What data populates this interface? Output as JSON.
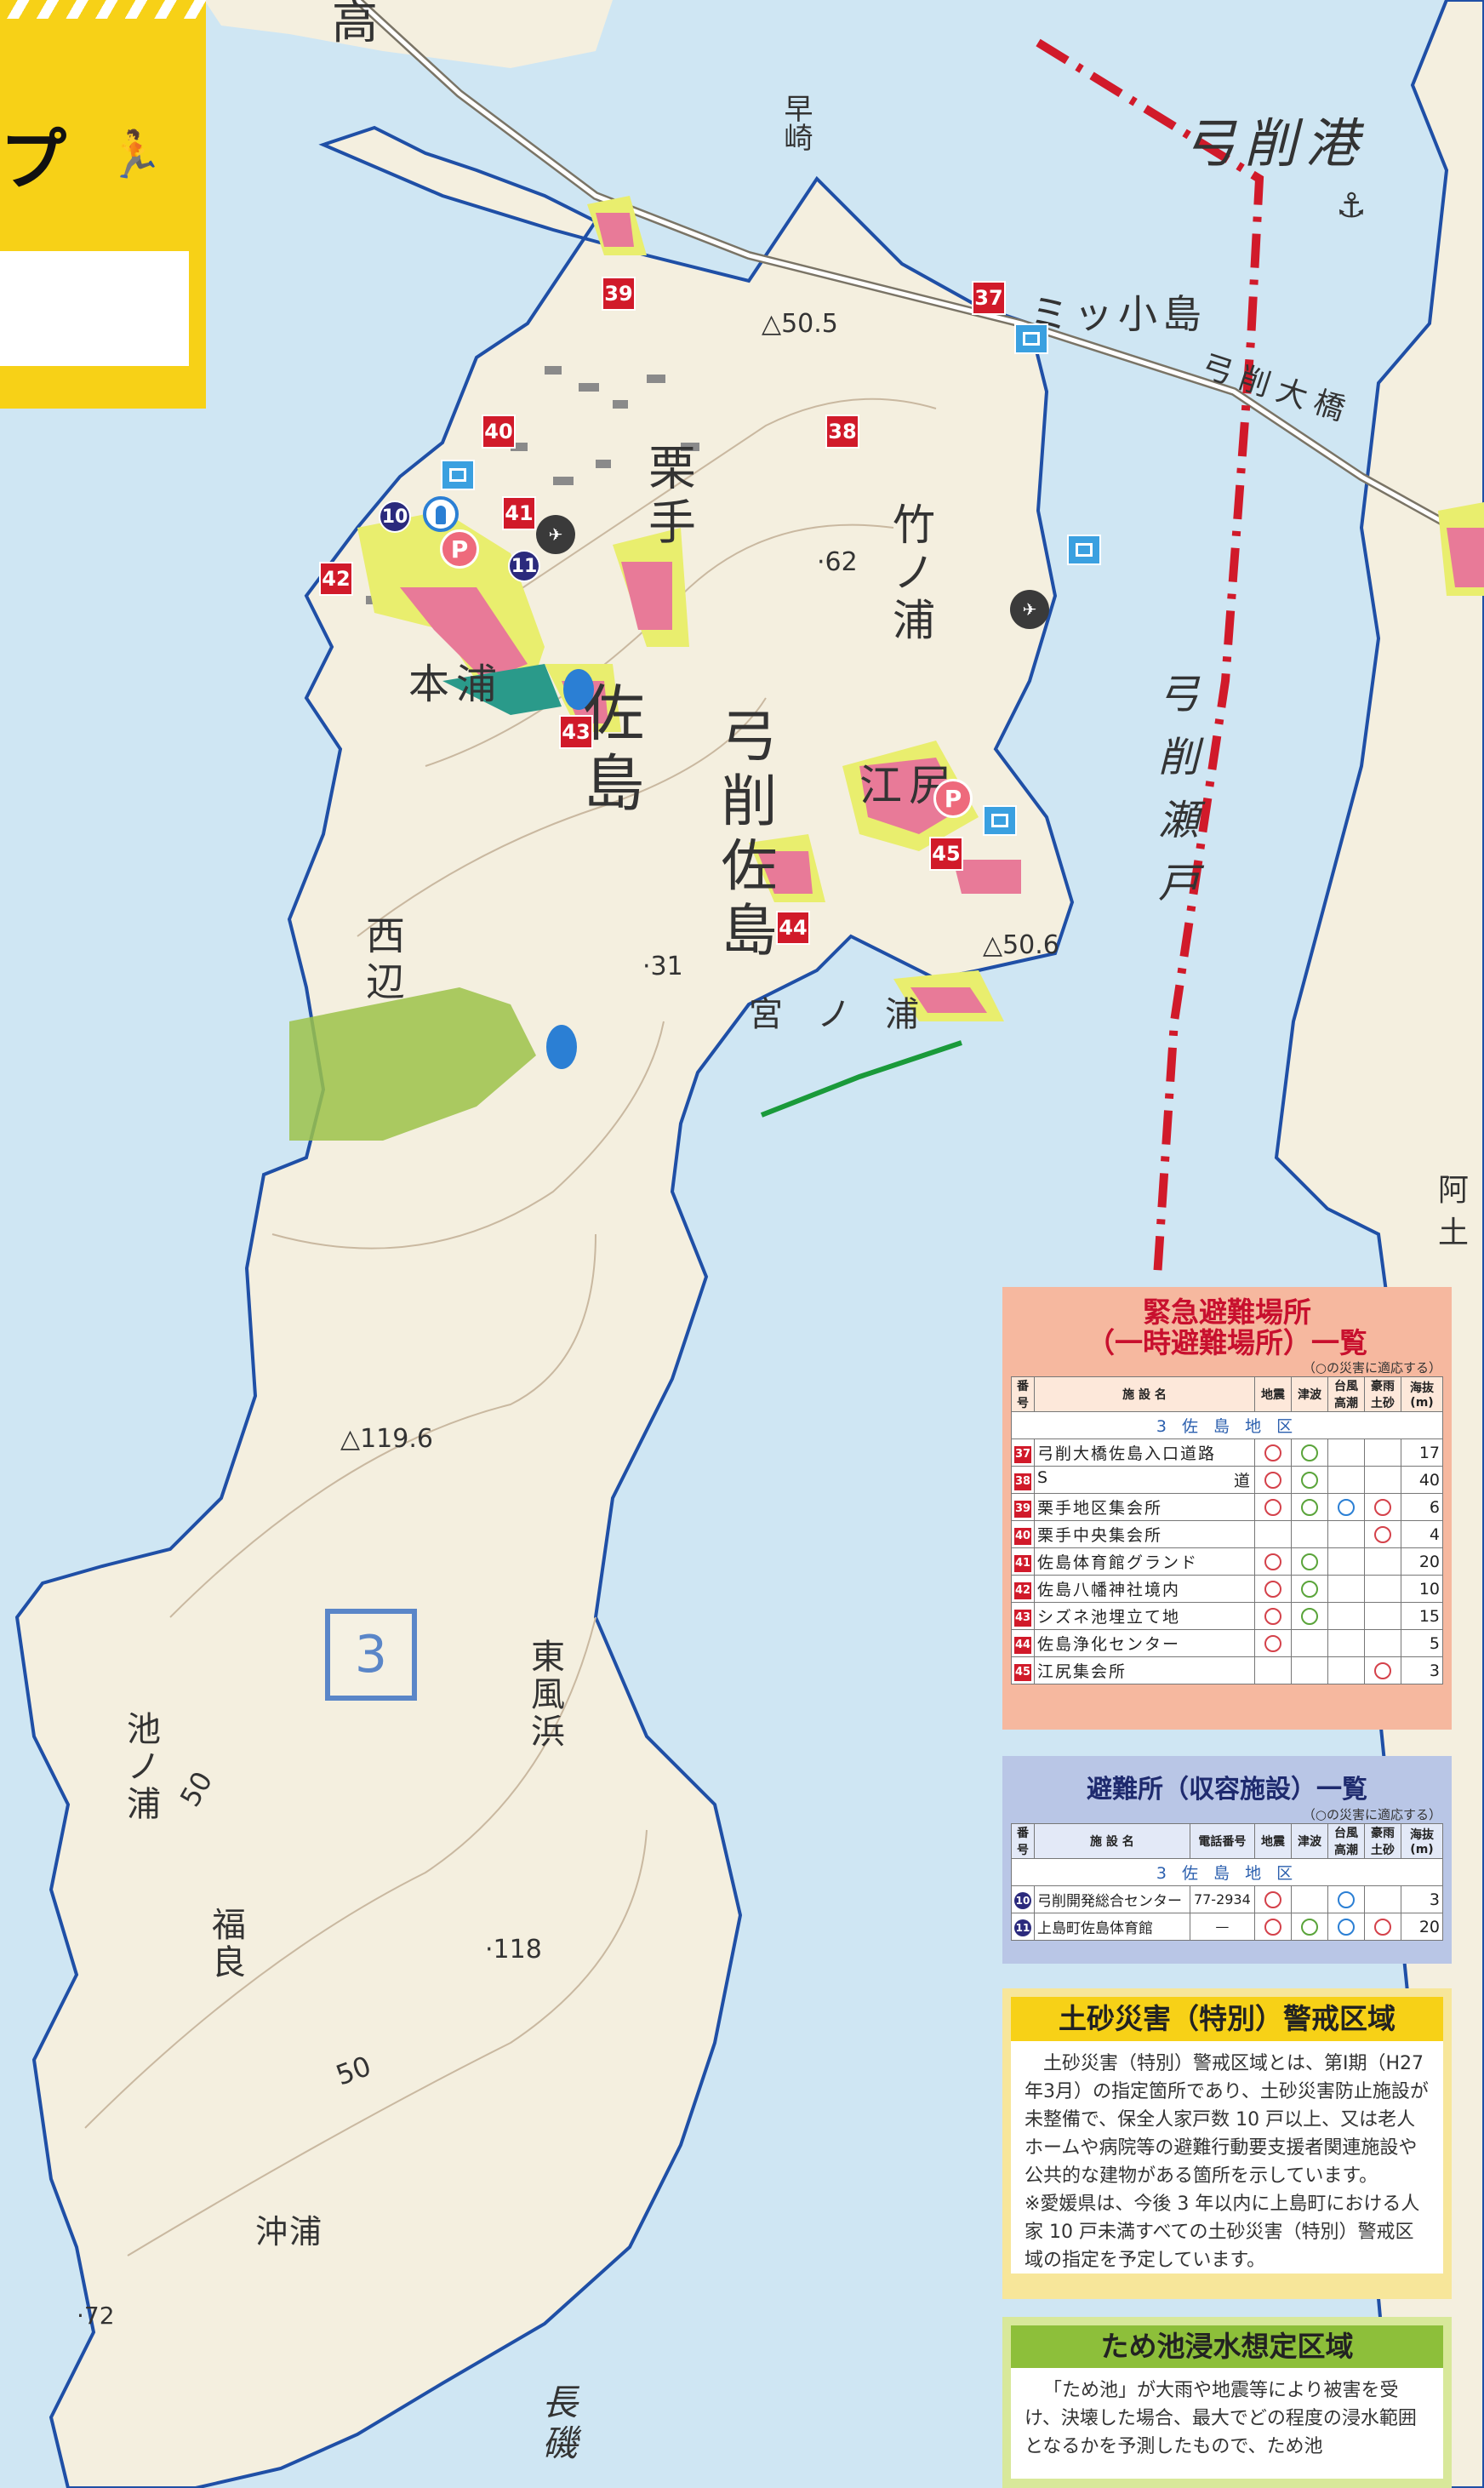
{
  "header": {
    "title_fragment": "プ",
    "exit_icon": "running-exit-icon"
  },
  "map": {
    "district_box": "3",
    "labels": {
      "takanawa": "高",
      "hayasaki": "早崎",
      "yugeko": "弓削港",
      "mitsukojima": "ミッ小島",
      "yugeohashi": "弓削大橋",
      "kurite": "栗手",
      "takenoura": "竹ノ浦",
      "sashima": "佐島",
      "yugesashima": "弓削佐島",
      "ejiri": "江尻",
      "honura": "本浦",
      "nishibe": "西辺",
      "miyanoura": "宮ノ浦",
      "yugeseto": "弓削瀬戸",
      "higashifuuhama": "東風浜",
      "ikenoura": "池ノ浦",
      "fukura": "福良",
      "okiura": "沖浦",
      "nagaso": "長磯",
      "a_right": "阿",
      "do_right": "土",
      "elev_50_top": "△50.5",
      "elev_62": "·62",
      "elev_31": "·31",
      "elev_50_right": "△50.6",
      "elev_119": "△119.6",
      "elev_118": "·118",
      "elev_72": "·72",
      "contour_50_a": "50",
      "contour_50_b": "50"
    },
    "emergency_marks": [
      "37",
      "38",
      "39",
      "40",
      "41",
      "42",
      "43",
      "44",
      "45"
    ],
    "shelter_marks": [
      "10",
      "11"
    ],
    "parking_label": "P"
  },
  "emergency_list": {
    "title_line1": "緊急避難場所",
    "title_line2": "（一時避難場所）一覧",
    "note": "（○の災害に適応する）",
    "headers": {
      "no": "番号",
      "facility": "施 設 名",
      "quake": "地震",
      "tsunami": "津波",
      "typhoon": "台風高潮",
      "rain": "豪雨土砂",
      "altitude": "海抜(m)"
    },
    "district": "3 佐 島 地 区",
    "rows": [
      {
        "no": "37",
        "name": "弓削大橋佐島入口道路",
        "q": true,
        "t": true,
        "ty": false,
        "r": false,
        "alt": "17"
      },
      {
        "no": "38",
        "name": "S",
        "name2": "道",
        "q": true,
        "t": true,
        "ty": false,
        "r": false,
        "alt": "40"
      },
      {
        "no": "39",
        "name": "栗手地区集会所",
        "q": true,
        "t": true,
        "ty": true,
        "r": true,
        "alt": "6"
      },
      {
        "no": "40",
        "name": "栗手中央集会所",
        "q": false,
        "t": false,
        "ty": false,
        "r": true,
        "alt": "4"
      },
      {
        "no": "41",
        "name": "佐島体育館グランド",
        "q": true,
        "t": true,
        "ty": false,
        "r": false,
        "alt": "20"
      },
      {
        "no": "42",
        "name": "佐島八幡神社境内",
        "q": true,
        "t": true,
        "ty": false,
        "r": false,
        "alt": "10"
      },
      {
        "no": "43",
        "name": "シズネ池埋立て地",
        "q": true,
        "t": true,
        "ty": false,
        "r": false,
        "alt": "15"
      },
      {
        "no": "44",
        "name": "佐島浄化センター",
        "q": true,
        "t": false,
        "ty": false,
        "r": false,
        "alt": "5"
      },
      {
        "no": "45",
        "name": "江尻集会所",
        "q": false,
        "t": false,
        "ty": false,
        "r": true,
        "alt": "3"
      }
    ]
  },
  "shelter_list": {
    "title": "避難所（収容施設）一覧",
    "note": "（○の災害に適応する）",
    "headers": {
      "no": "番号",
      "facility": "施 設 名",
      "phone": "電話番号",
      "quake": "地震",
      "tsunami": "津波",
      "typhoon": "台風高潮",
      "rain": "豪雨土砂",
      "altitude": "海抜(m)"
    },
    "district": "3 佐 島 地 区",
    "rows": [
      {
        "no": "10",
        "name": "弓削開発総合センター",
        "phone": "77-2934",
        "q": true,
        "t": false,
        "ty": true,
        "r": false,
        "alt": "3"
      },
      {
        "no": "11",
        "name": "上島町佐島体育館",
        "phone": "—",
        "q": true,
        "t": true,
        "ty": true,
        "r": true,
        "alt": "20"
      }
    ]
  },
  "landslide": {
    "title": "土砂災害（特別）警戒区域",
    "body": "土砂災害（特別）警戒区域とは、第Ⅰ期（H27 年3月）の指定箇所であり、土砂災害防止施設が未整備で、保全人家戸数 10 戸以上、又は老人ホームや病院等の避難行動要支援者関連施設や公共的な建物がある箇所を示しています。",
    "note": "※愛媛県は、今後 3 年以内に上島町における人家 10 戸未満すべての土砂災害（特別）警戒区域の指定を予定しています。"
  },
  "pond": {
    "title": "ため池浸水想定区域",
    "body": "「ため池」が大雨や地震等により被害を受け、決壊した場合、最大でどの程度の浸水範囲となるかを予測したもので、ため池"
  },
  "colors": {
    "sea": "#cfe6f3",
    "land": "#f4efdf",
    "boundary": "#1f4fa6",
    "route": "#d11a2a",
    "emergency": "#d11a2a",
    "shelter": "#2b2a7d",
    "hazard_pink": "#e87a98",
    "hazard_yellow": "#e9ee6e"
  }
}
